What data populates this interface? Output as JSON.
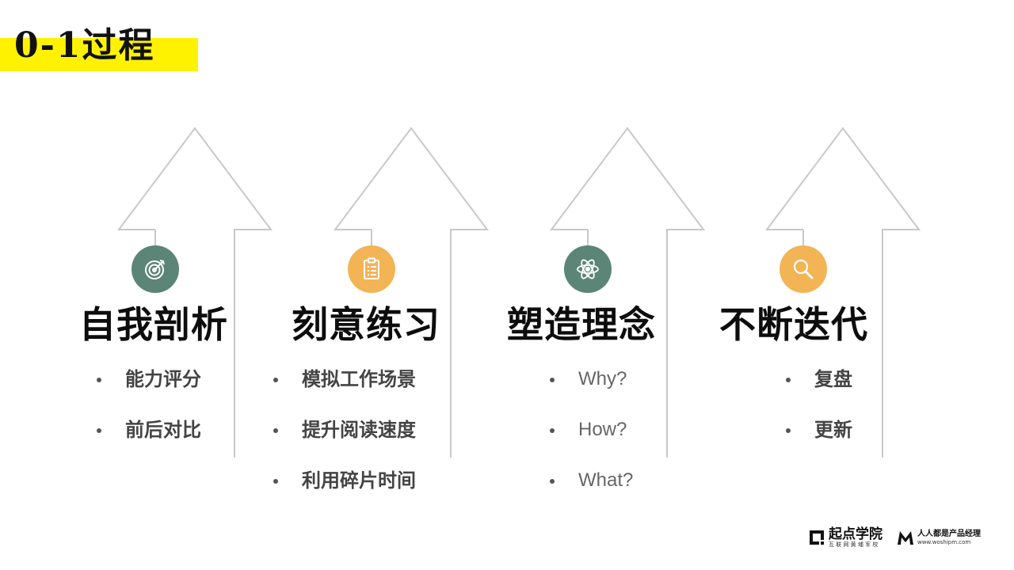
{
  "title": "0-1过程",
  "colors": {
    "highlight": "#fff200",
    "teal": "#5b8577",
    "orange": "#f2b455",
    "arrow_line": "#c8c8c8"
  },
  "columns": [
    {
      "heading": "自我剖析",
      "icon": "target-icon",
      "icon_color": "#5b8577",
      "bullets": [
        "能力评分",
        "前后对比"
      ]
    },
    {
      "heading": "刻意练习",
      "icon": "clipboard-icon",
      "icon_color": "#f2b455",
      "bullets": [
        "模拟工作场景",
        "提升阅读速度",
        "利用碎片时间"
      ]
    },
    {
      "heading": "塑造理念",
      "icon": "atom-icon",
      "icon_color": "#5b8577",
      "bullets": [
        "Why?",
        "How?",
        "What?"
      ]
    },
    {
      "heading": "不断迭代",
      "icon": "search-icon",
      "icon_color": "#f2b455",
      "bullets": [
        "复盘",
        "更新"
      ]
    }
  ],
  "logos": {
    "qidian": {
      "name": "起点学院",
      "sub": "互 联 网 黄 埔 军 校"
    },
    "woshipm": {
      "name": "人人都是产品经理",
      "url": "www.woshipm.com"
    }
  }
}
